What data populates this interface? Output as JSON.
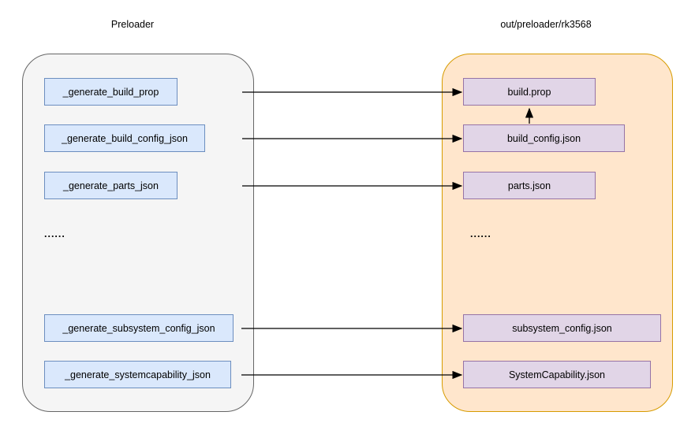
{
  "left_panel": {
    "title": "Preloader",
    "ellipsis": "......",
    "nodes": [
      "_generate_build_prop",
      "_generate_build_config_json",
      "_generate_parts_json",
      "_generate_subsystem_config_json",
      "_generate_systemcapability_json"
    ]
  },
  "right_panel": {
    "title": "out/preloader/rk3568",
    "ellipsis": "......",
    "nodes": [
      "build.prop",
      "build_config.json",
      "parts.json",
      "subsystem_config.json",
      "SystemCapability.json"
    ]
  },
  "connections": [
    {
      "from": "_generate_build_prop",
      "to": "build.prop"
    },
    {
      "from": "_generate_build_config_json",
      "to": "build_config.json"
    },
    {
      "from": "_generate_parts_json",
      "to": "parts.json"
    },
    {
      "from": "_generate_subsystem_config_json",
      "to": "subsystem_config.json"
    },
    {
      "from": "_generate_systemcapability_json",
      "to": "SystemCapability.json"
    },
    {
      "from": "build_config.json",
      "to": "build.prop"
    }
  ],
  "colors": {
    "left_panel_fill": "#f5f5f5",
    "left_panel_border": "#666666",
    "right_panel_fill": "#ffe6cc",
    "right_panel_border": "#d79b00",
    "function_fill": "#dae8fc",
    "function_border": "#6c8ebf",
    "file_fill": "#e1d5e7",
    "file_border": "#9673a6",
    "arrow": "#000000"
  }
}
